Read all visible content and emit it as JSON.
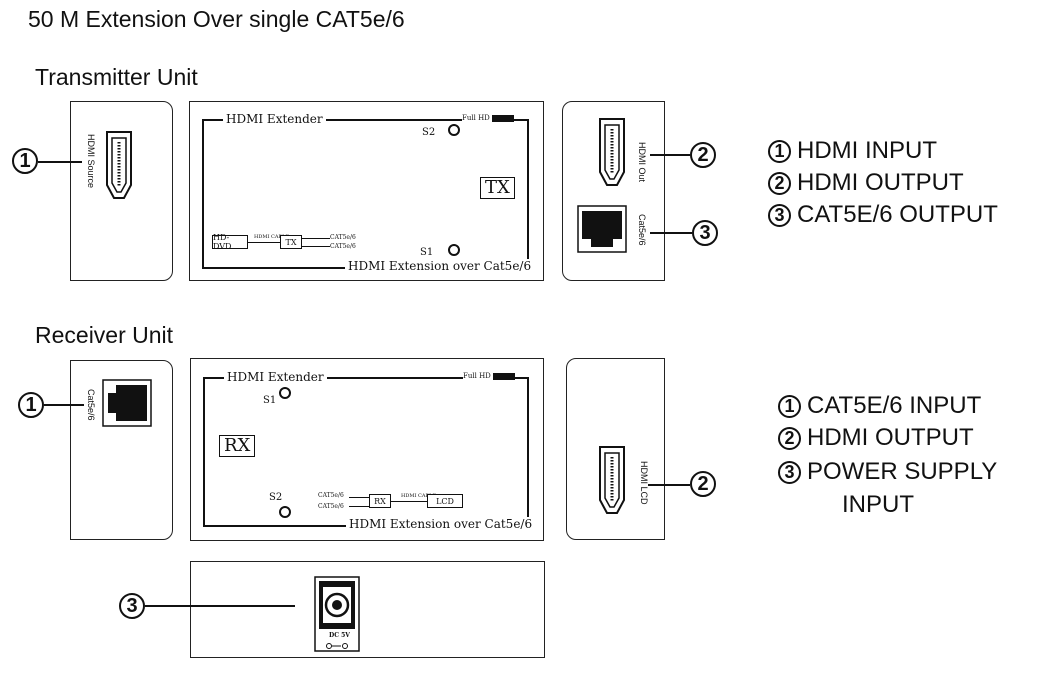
{
  "title": "50 M Extension Over single CAT5e/6",
  "transmitter": {
    "heading": "Transmitter Unit",
    "left_port_label": "HDMI Source",
    "right_hdmi_label": "HDMI Out",
    "right_rj45_label": "Cat5e/6",
    "panel": {
      "top_label": "HDMI Extender",
      "bottom_label": "HDMI Extension over Cat5e/6",
      "full_hd": "Full HD",
      "s2": "S2",
      "s1": "S1",
      "badge": "TX",
      "flow_source": "HD-DVD",
      "flow_cable": "HDMI CABLE",
      "flow_unit": "TX",
      "flow_out1": "CAT5e/6",
      "flow_out2": "CAT5e/6"
    },
    "callouts": [
      "1",
      "2",
      "3"
    ],
    "legend": [
      {
        "num": "1",
        "text": "HDMI INPUT"
      },
      {
        "num": "2",
        "text": "HDMI OUTPUT"
      },
      {
        "num": "3",
        "text": "CAT5E/6 OUTPUT"
      }
    ]
  },
  "receiver": {
    "heading": "Receiver Unit",
    "left_port_label": "Cat5e/6",
    "right_hdmi_label": "HDMI LCD",
    "power_label": "DC 5V",
    "panel": {
      "top_label": "HDMI Extender",
      "bottom_label": "HDMI Extension over Cat5e/6",
      "full_hd": "Full HD",
      "s1": "S1",
      "s2": "S2",
      "badge": "RX",
      "flow_in1": "CAT5e/6",
      "flow_in2": "CAT5e/6",
      "flow_unit": "RX",
      "flow_cable": "HDMI CABLE",
      "flow_sink": "LCD"
    },
    "callouts": [
      "1",
      "2",
      "3"
    ],
    "legend": [
      {
        "num": "1",
        "text": "CAT5E/6 INPUT"
      },
      {
        "num": "2",
        "text": "HDMI OUTPUT"
      },
      {
        "num": "3",
        "text": "POWER SUPPLY"
      },
      {
        "num": "",
        "text": "INPUT"
      }
    ]
  }
}
